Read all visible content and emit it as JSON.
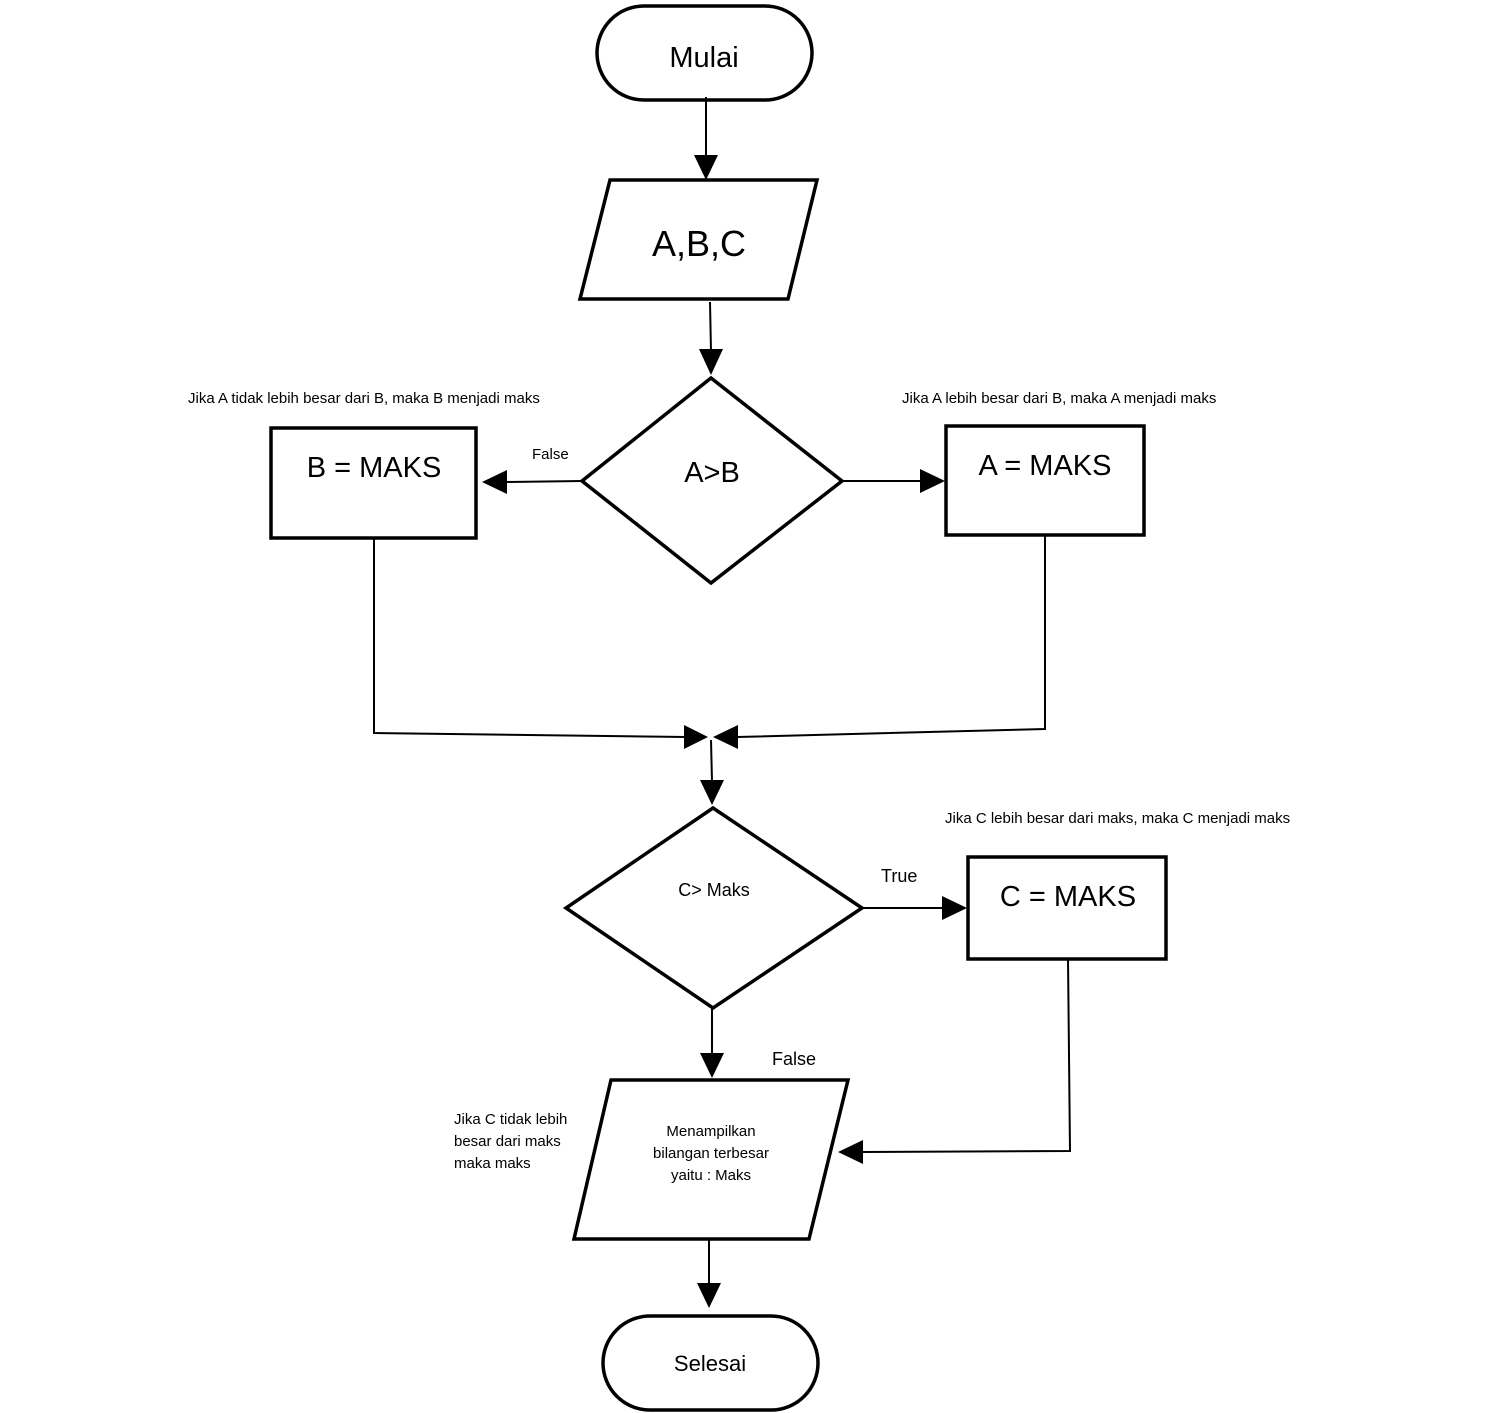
{
  "nodes": {
    "start": {
      "label": "Mulai"
    },
    "input": {
      "label": "A,B,C"
    },
    "decision1": {
      "label": "A>B"
    },
    "assign_b": {
      "label": "B = MAKS"
    },
    "assign_a": {
      "label": "A = MAKS"
    },
    "decision2": {
      "label": "C> Maks"
    },
    "assign_c": {
      "label": "C = MAKS"
    },
    "output": {
      "lines": [
        "Menampilkan",
        "bilangan terbesar",
        "yaitu : Maks"
      ]
    },
    "end": {
      "label": "Selesai"
    }
  },
  "edge_labels": {
    "d1_false": "False",
    "d2_true": "True",
    "d2_false": "False"
  },
  "notes": {
    "b_max": "Jika A tidak lebih besar dari B, maka B menjadi maks",
    "a_max": "Jika A lebih besar dari B, maka A menjadi maks",
    "c_max": "Jika C lebih besar dari maks, maka C menjadi maks",
    "c_not_max": [
      "Jika C tidak lebih",
      "besar dari maks",
      "maka maks"
    ]
  }
}
